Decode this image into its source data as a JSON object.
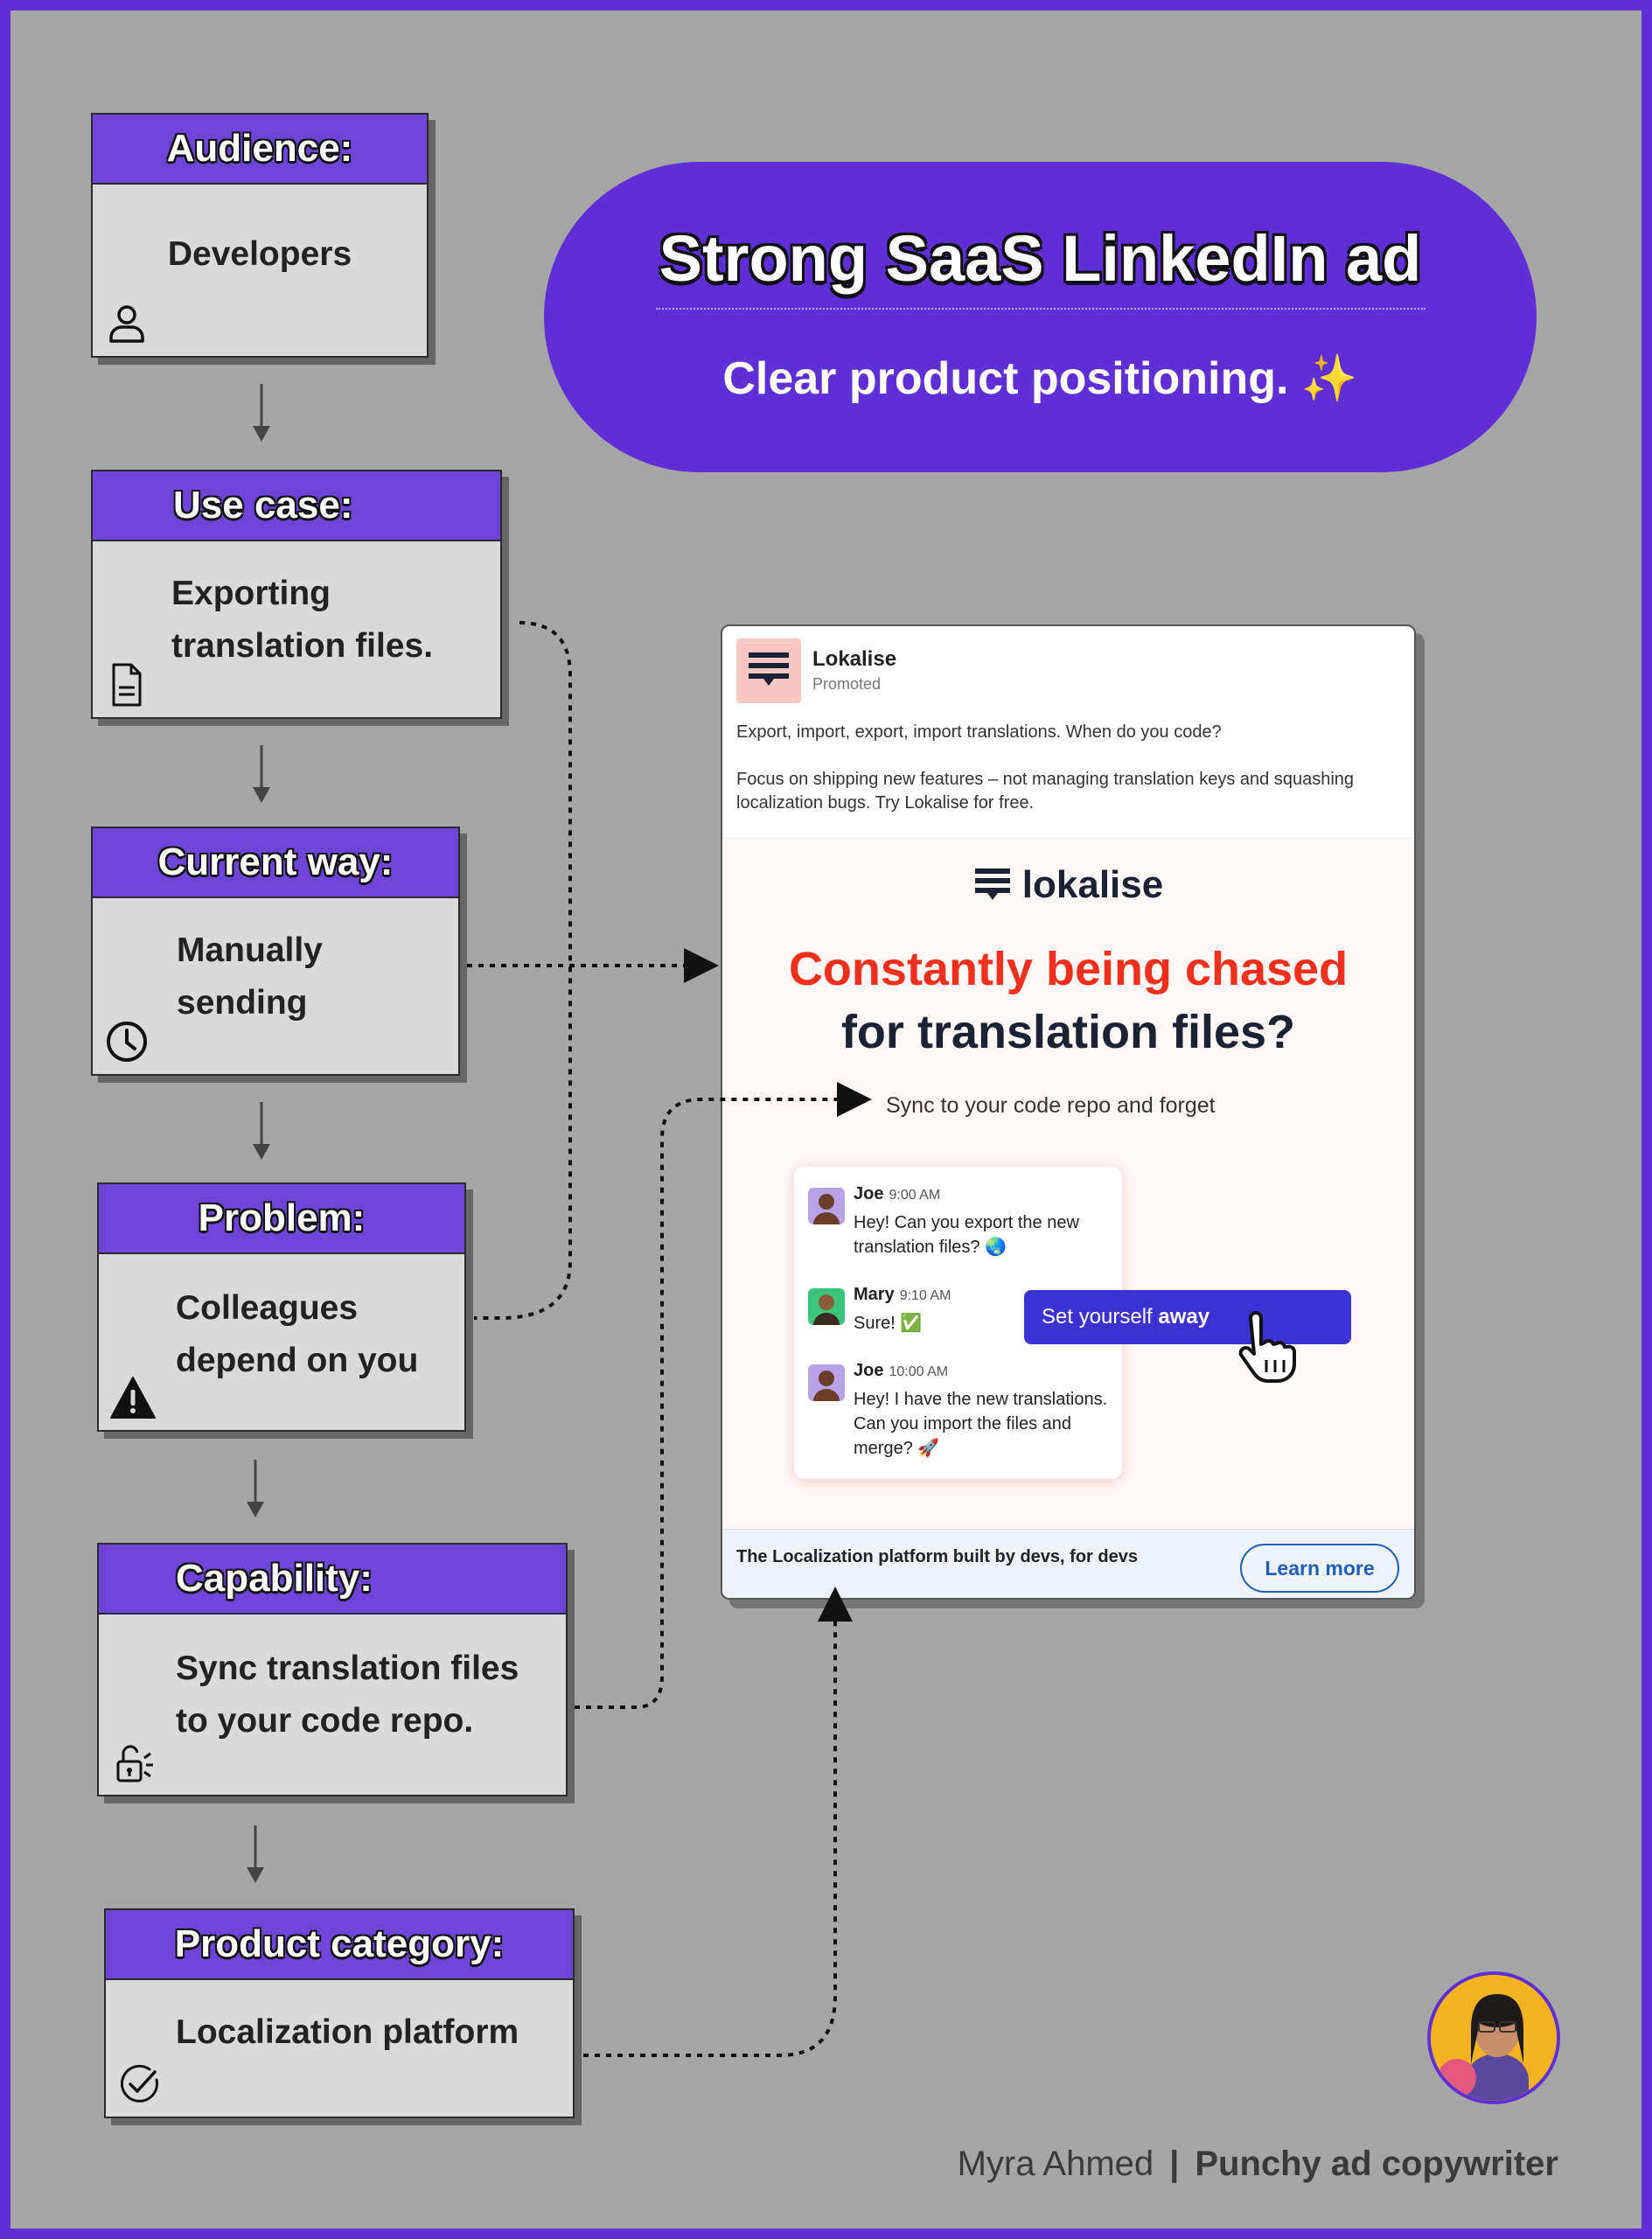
{
  "colors": {
    "frame": "#5f2fd6",
    "canvas": "#a6a6a6",
    "box_header": "#6d46d8",
    "box_body": "#dadada",
    "ad_red": "#f0301c",
    "ad_button": "#3b33d1",
    "link_blue": "#1d5fb8"
  },
  "title": {
    "heading": "Strong SaaS LinkedIn ad",
    "subheading": "Clear product positioning. ✨"
  },
  "steps": [
    {
      "label": "Audience:",
      "text": "Developers",
      "icon": "person-icon"
    },
    {
      "label": "Use case:",
      "text": "Exporting translation files.",
      "icon": "document-icon"
    },
    {
      "label": "Current way:",
      "text": "Manually sending",
      "icon": "clock-icon"
    },
    {
      "label": "Problem:",
      "text": "Colleagues depend on you",
      "icon": "warning-icon"
    },
    {
      "label": "Capability:",
      "text": "Sync translation files to your code repo.",
      "icon": "unlock-icon"
    },
    {
      "label": "Product category:",
      "text": "Localization platform",
      "icon": "check-circle-icon"
    }
  ],
  "ad": {
    "brand": "Lokalise",
    "promoted": "Promoted",
    "copy_line1": "Export, import, export, import translations. When do you code?",
    "copy_line2": "Focus on shipping new features – not managing translation keys and squashing localization bugs. Try Lokalise for free.",
    "wordmark": "lokalise",
    "headline_red": "Constantly being chased",
    "headline_dark": "for translation files?",
    "sync_line": "Sync to your code repo and forget",
    "chat": [
      {
        "name": "Joe",
        "time": "9:00 AM",
        "text": "Hey! Can you export the new translation files? 🌏"
      },
      {
        "name": "Mary",
        "time": "9:10 AM",
        "text": "Sure! ✅"
      },
      {
        "name": "Joe",
        "time": "10:00 AM",
        "text": "Hey! I have the new translations. Can you import the files and merge? 🚀"
      }
    ],
    "button_text": "Set yourself ",
    "button_bold": "away",
    "footer_text": "The Localization platform built by devs, for devs",
    "cta": "Learn more"
  },
  "author": {
    "name": "Myra Ahmed",
    "separator": "|",
    "role": "Punchy ad copywriter"
  }
}
